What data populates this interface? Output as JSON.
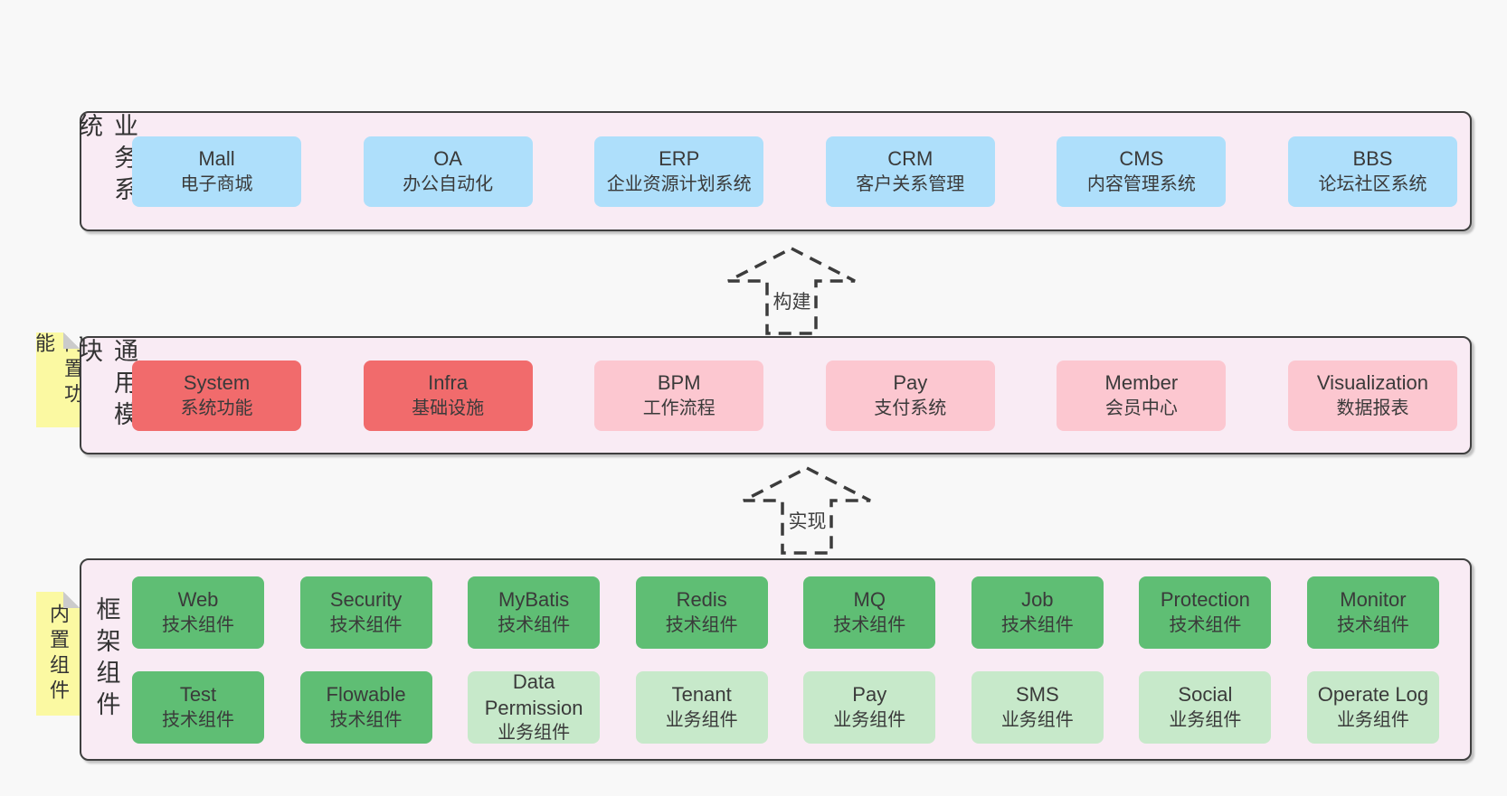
{
  "diagram": {
    "background": "#f8f8f8",
    "colors": {
      "band_fill": "#f9ebf4",
      "band_border": "#3f3f3f",
      "blue": "#aedffb",
      "red": "#f16b6c",
      "pink": "#fcc7d0",
      "green": "#5fbe74",
      "light_green": "#c7e9ca",
      "sticky_yellow": "#fbf9a2",
      "text": "#3a3a3a"
    },
    "arrows": [
      {
        "label": "构建"
      },
      {
        "label": "实现"
      }
    ],
    "bands": [
      {
        "id": "business-systems",
        "label": "业务系统",
        "sticky": null,
        "rows": [
          [
            {
              "title": "Mall",
              "subtitle": "电子商城",
              "variant": "blue"
            },
            {
              "title": "OA",
              "subtitle": "办公自动化",
              "variant": "blue"
            },
            {
              "title": "ERP",
              "subtitle": "企业资源计划系统",
              "variant": "blue"
            },
            {
              "title": "CRM",
              "subtitle": "客户关系管理",
              "variant": "blue"
            },
            {
              "title": "CMS",
              "subtitle": "内容管理系统",
              "variant": "blue"
            },
            {
              "title": "BBS",
              "subtitle": "论坛社区系统",
              "variant": "blue"
            }
          ]
        ]
      },
      {
        "id": "common-modules",
        "label": "通用模块",
        "sticky": "内置功能",
        "rows": [
          [
            {
              "title": "System",
              "subtitle": "系统功能",
              "variant": "red"
            },
            {
              "title": "Infra",
              "subtitle": "基础设施",
              "variant": "red"
            },
            {
              "title": "BPM",
              "subtitle": "工作流程",
              "variant": "pink"
            },
            {
              "title": "Pay",
              "subtitle": "支付系统",
              "variant": "pink"
            },
            {
              "title": "Member",
              "subtitle": "会员中心",
              "variant": "pink"
            },
            {
              "title": "Visualization",
              "subtitle": "数据报表",
              "variant": "pink"
            }
          ]
        ]
      },
      {
        "id": "framework-components",
        "label": "框架组件",
        "sticky": "内置组件",
        "rows": [
          [
            {
              "title": "Web",
              "subtitle": "技术组件",
              "variant": "green"
            },
            {
              "title": "Security",
              "subtitle": "技术组件",
              "variant": "green"
            },
            {
              "title": "MyBatis",
              "subtitle": "技术组件",
              "variant": "green"
            },
            {
              "title": "Redis",
              "subtitle": "技术组件",
              "variant": "green"
            },
            {
              "title": "MQ",
              "subtitle": "技术组件",
              "variant": "green"
            },
            {
              "title": "Job",
              "subtitle": "技术组件",
              "variant": "green"
            },
            {
              "title": "Protection",
              "subtitle": "技术组件",
              "variant": "green"
            },
            {
              "title": "Monitor",
              "subtitle": "技术组件",
              "variant": "green"
            }
          ],
          [
            {
              "title": "Test",
              "subtitle": "技术组件",
              "variant": "green"
            },
            {
              "title": "Flowable",
              "subtitle": "技术组件",
              "variant": "green"
            },
            {
              "title": "Data Permission",
              "subtitle": "业务组件",
              "variant": "light_green"
            },
            {
              "title": "Tenant",
              "subtitle": "业务组件",
              "variant": "light_green"
            },
            {
              "title": "Pay",
              "subtitle": "业务组件",
              "variant": "light_green"
            },
            {
              "title": "SMS",
              "subtitle": "业务组件",
              "variant": "light_green"
            },
            {
              "title": "Social",
              "subtitle": "业务组件",
              "variant": "light_green"
            },
            {
              "title": "Operate Log",
              "subtitle": "业务组件",
              "variant": "light_green"
            }
          ]
        ]
      }
    ]
  }
}
